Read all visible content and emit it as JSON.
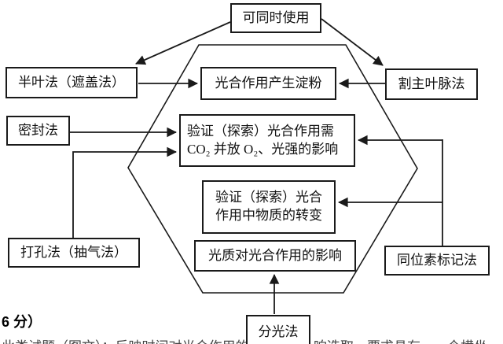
{
  "diagram": {
    "note": {
      "label": "可同时使用"
    },
    "methods": {
      "half_leaf": "半叶法（遮盖法）",
      "seal": "密封法",
      "punch": "打孔法（抽气法）",
      "cut_vein": "割主叶脉法",
      "isotope": "同位素标记法",
      "split_light": "分光法"
    },
    "topics": {
      "starch": "光合作用产生淀粉",
      "co2_line1": "验证（探索）光合作用需",
      "co2_line2": "CO₂ 并放 O₂、光强的影响",
      "transform_line1": "验证（探索）光合",
      "transform_line2": "作用中物质的转变",
      "light_quality": "光质对光合作用的影响"
    },
    "line_color": "#1a1a1a"
  },
  "footer": {
    "score": "6 分）",
    "clipped_left": "此类试题（图文）：反映时间对光合作用的影",
    "clipped_right": "响选取，要求具有――个横坐"
  }
}
